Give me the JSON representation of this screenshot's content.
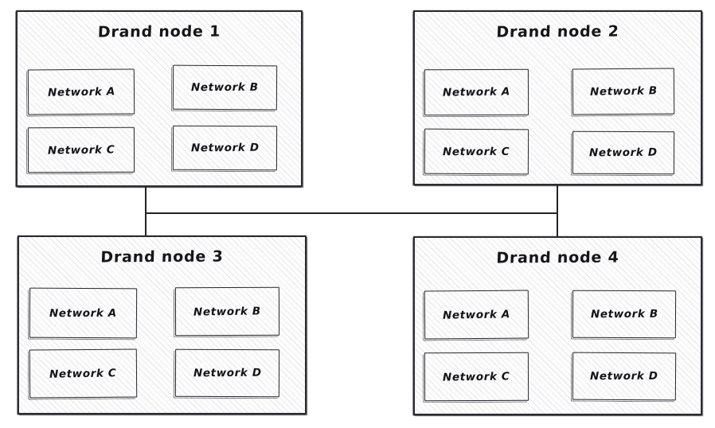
{
  "diagram": {
    "type": "network-topology",
    "style": "hand-drawn-sketch",
    "background_color": "#ffffff",
    "stroke_color": "#26262b",
    "fill_pattern": "diagonal-hatch",
    "nodes": [
      {
        "id": "node-1",
        "title": "Drand node 1",
        "networks": [
          {
            "label": "Network A"
          },
          {
            "label": "Network B"
          },
          {
            "label": "Network C"
          },
          {
            "label": "Network D"
          }
        ]
      },
      {
        "id": "node-2",
        "title": "Drand node 2",
        "networks": [
          {
            "label": "Network A"
          },
          {
            "label": "Network B"
          },
          {
            "label": "Network C"
          },
          {
            "label": "Network D"
          }
        ]
      },
      {
        "id": "node-3",
        "title": "Drand node 3",
        "networks": [
          {
            "label": "Network A"
          },
          {
            "label": "Network B"
          },
          {
            "label": "Network C"
          },
          {
            "label": "Network D"
          }
        ]
      },
      {
        "id": "node-4",
        "title": "Drand node 4",
        "networks": [
          {
            "label": "Network A"
          },
          {
            "label": "Network B"
          },
          {
            "label": "Network C"
          },
          {
            "label": "Network D"
          }
        ]
      }
    ],
    "connections": [
      {
        "id": "link-node1",
        "from": "node-1",
        "to": "bus"
      },
      {
        "id": "link-node2",
        "from": "node-2",
        "to": "bus"
      },
      {
        "id": "link-node3",
        "from": "node-3",
        "to": "bus"
      },
      {
        "id": "link-node4",
        "from": "node-4",
        "to": "bus"
      },
      {
        "id": "bus",
        "from": "left-riser",
        "to": "right-riser"
      }
    ]
  }
}
